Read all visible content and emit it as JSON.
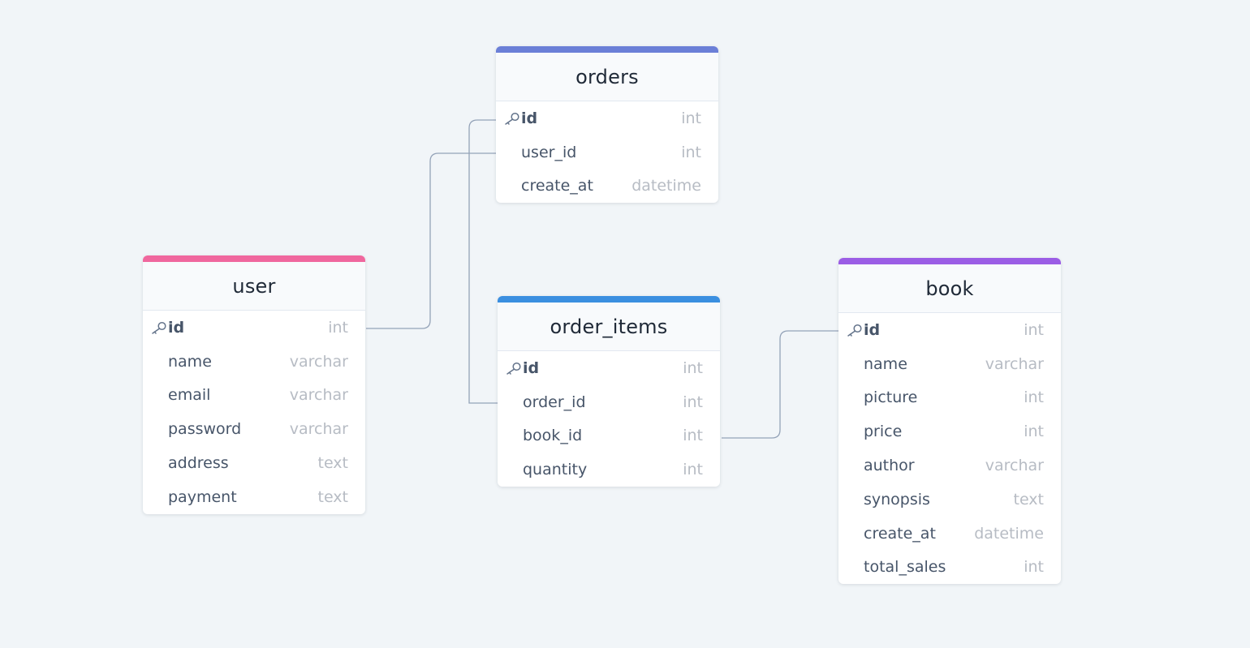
{
  "colors": {
    "canvas": "#f1f5f8",
    "connector": "#94a3b8",
    "user_accent": "#f0679e",
    "orders_accent": "#6b7fd7",
    "order_items_accent": "#3b8fe0",
    "book_accent": "#9b5de5"
  },
  "tables": {
    "user": {
      "title": "user",
      "fields": [
        {
          "name": "id",
          "type": "int",
          "primary_key": true
        },
        {
          "name": "name",
          "type": "varchar"
        },
        {
          "name": "email",
          "type": "varchar"
        },
        {
          "name": "password",
          "type": "varchar"
        },
        {
          "name": "address",
          "type": "text"
        },
        {
          "name": "payment",
          "type": "text"
        }
      ]
    },
    "orders": {
      "title": "orders",
      "fields": [
        {
          "name": "id",
          "type": "int",
          "primary_key": true
        },
        {
          "name": "user_id",
          "type": "int"
        },
        {
          "name": "create_at",
          "type": "datetime"
        }
      ]
    },
    "order_items": {
      "title": "order_items",
      "fields": [
        {
          "name": "id",
          "type": "int",
          "primary_key": true
        },
        {
          "name": "order_id",
          "type": "int"
        },
        {
          "name": "book_id",
          "type": "int"
        },
        {
          "name": "quantity",
          "type": "int"
        }
      ]
    },
    "book": {
      "title": "book",
      "fields": [
        {
          "name": "id",
          "type": "int",
          "primary_key": true
        },
        {
          "name": "name",
          "type": "varchar"
        },
        {
          "name": "picture",
          "type": "int"
        },
        {
          "name": "price",
          "type": "int"
        },
        {
          "name": "author",
          "type": "varchar"
        },
        {
          "name": "synopsis",
          "type": "text"
        },
        {
          "name": "create_at",
          "type": "datetime"
        },
        {
          "name": "total_sales",
          "type": "int"
        }
      ]
    }
  },
  "relations": [
    {
      "from": "user.id",
      "to": "orders.user_id"
    },
    {
      "from": "orders.id",
      "to": "order_items.order_id"
    },
    {
      "from": "order_items.book_id",
      "to": "book.id"
    }
  ]
}
